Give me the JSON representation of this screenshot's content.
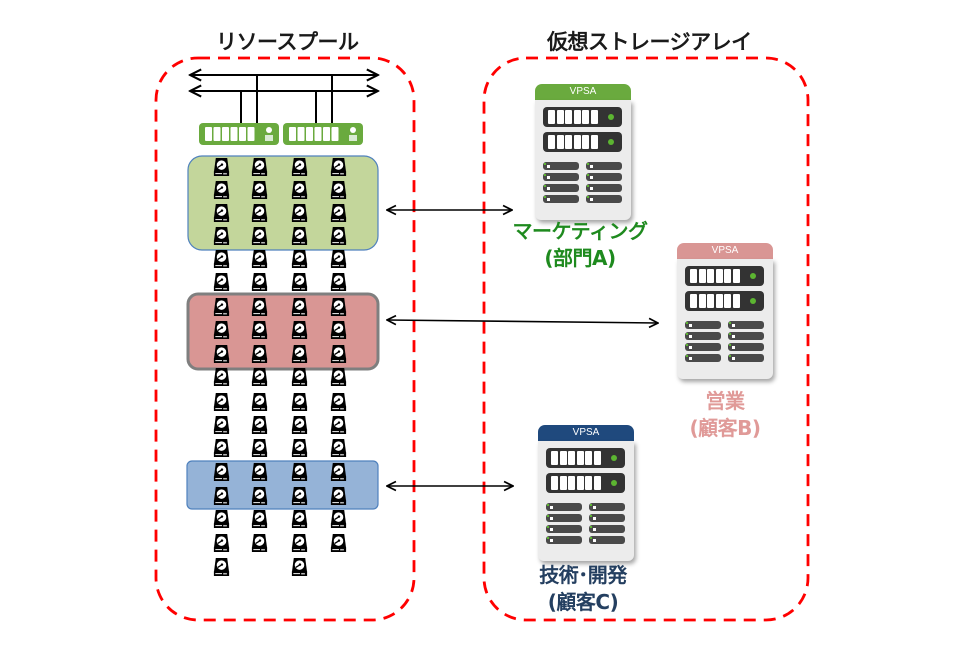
{
  "resource_pool": {
    "title": "リソースプール",
    "network_arrows": 2,
    "controllers": [
      {
        "name": "controller-1",
        "color": "#6aaa3e"
      },
      {
        "name": "controller-2",
        "color": "#6aaa3e"
      }
    ],
    "disk_columns": [
      {
        "rows": 18
      },
      {
        "rows": 17
      },
      {
        "rows": 18
      },
      {
        "rows": 17
      }
    ],
    "groups": [
      {
        "name": "group-a",
        "fill": "#c3d69b",
        "stroke": "#4f81bd",
        "rows": "1-4",
        "connected_to": "vpsa-a"
      },
      {
        "name": "group-b",
        "fill": "#d99694",
        "stroke": "#7f7f7f",
        "rows": "7-9",
        "connected_to": "vpsa-b"
      },
      {
        "name": "group-c",
        "fill": "#95b3d7",
        "stroke": "#4f81bd",
        "rows": "14-15",
        "connected_to": "vpsa-c"
      }
    ],
    "border_color": "#ff0000"
  },
  "virtual_array": {
    "title": "仮想ストレージアレイ",
    "border_color": "#ff0000",
    "vpsas": [
      {
        "id": "vpsa-a",
        "header": "VPSA",
        "header_color": "#6aaa3e",
        "label_line1": "マーケティング",
        "label_line2": "(部門A)",
        "label_color": "#1e8a1e"
      },
      {
        "id": "vpsa-b",
        "header": "VPSA",
        "header_color": "#d99694",
        "label_line1": "営業",
        "label_line2": "(顧客B)",
        "label_color": "#e09a98"
      },
      {
        "id": "vpsa-c",
        "header": "VPSA",
        "header_color": "#1f497d",
        "label_line1": "技術･開発",
        "label_line2": "(顧客C)",
        "label_color": "#243f60"
      }
    ]
  }
}
